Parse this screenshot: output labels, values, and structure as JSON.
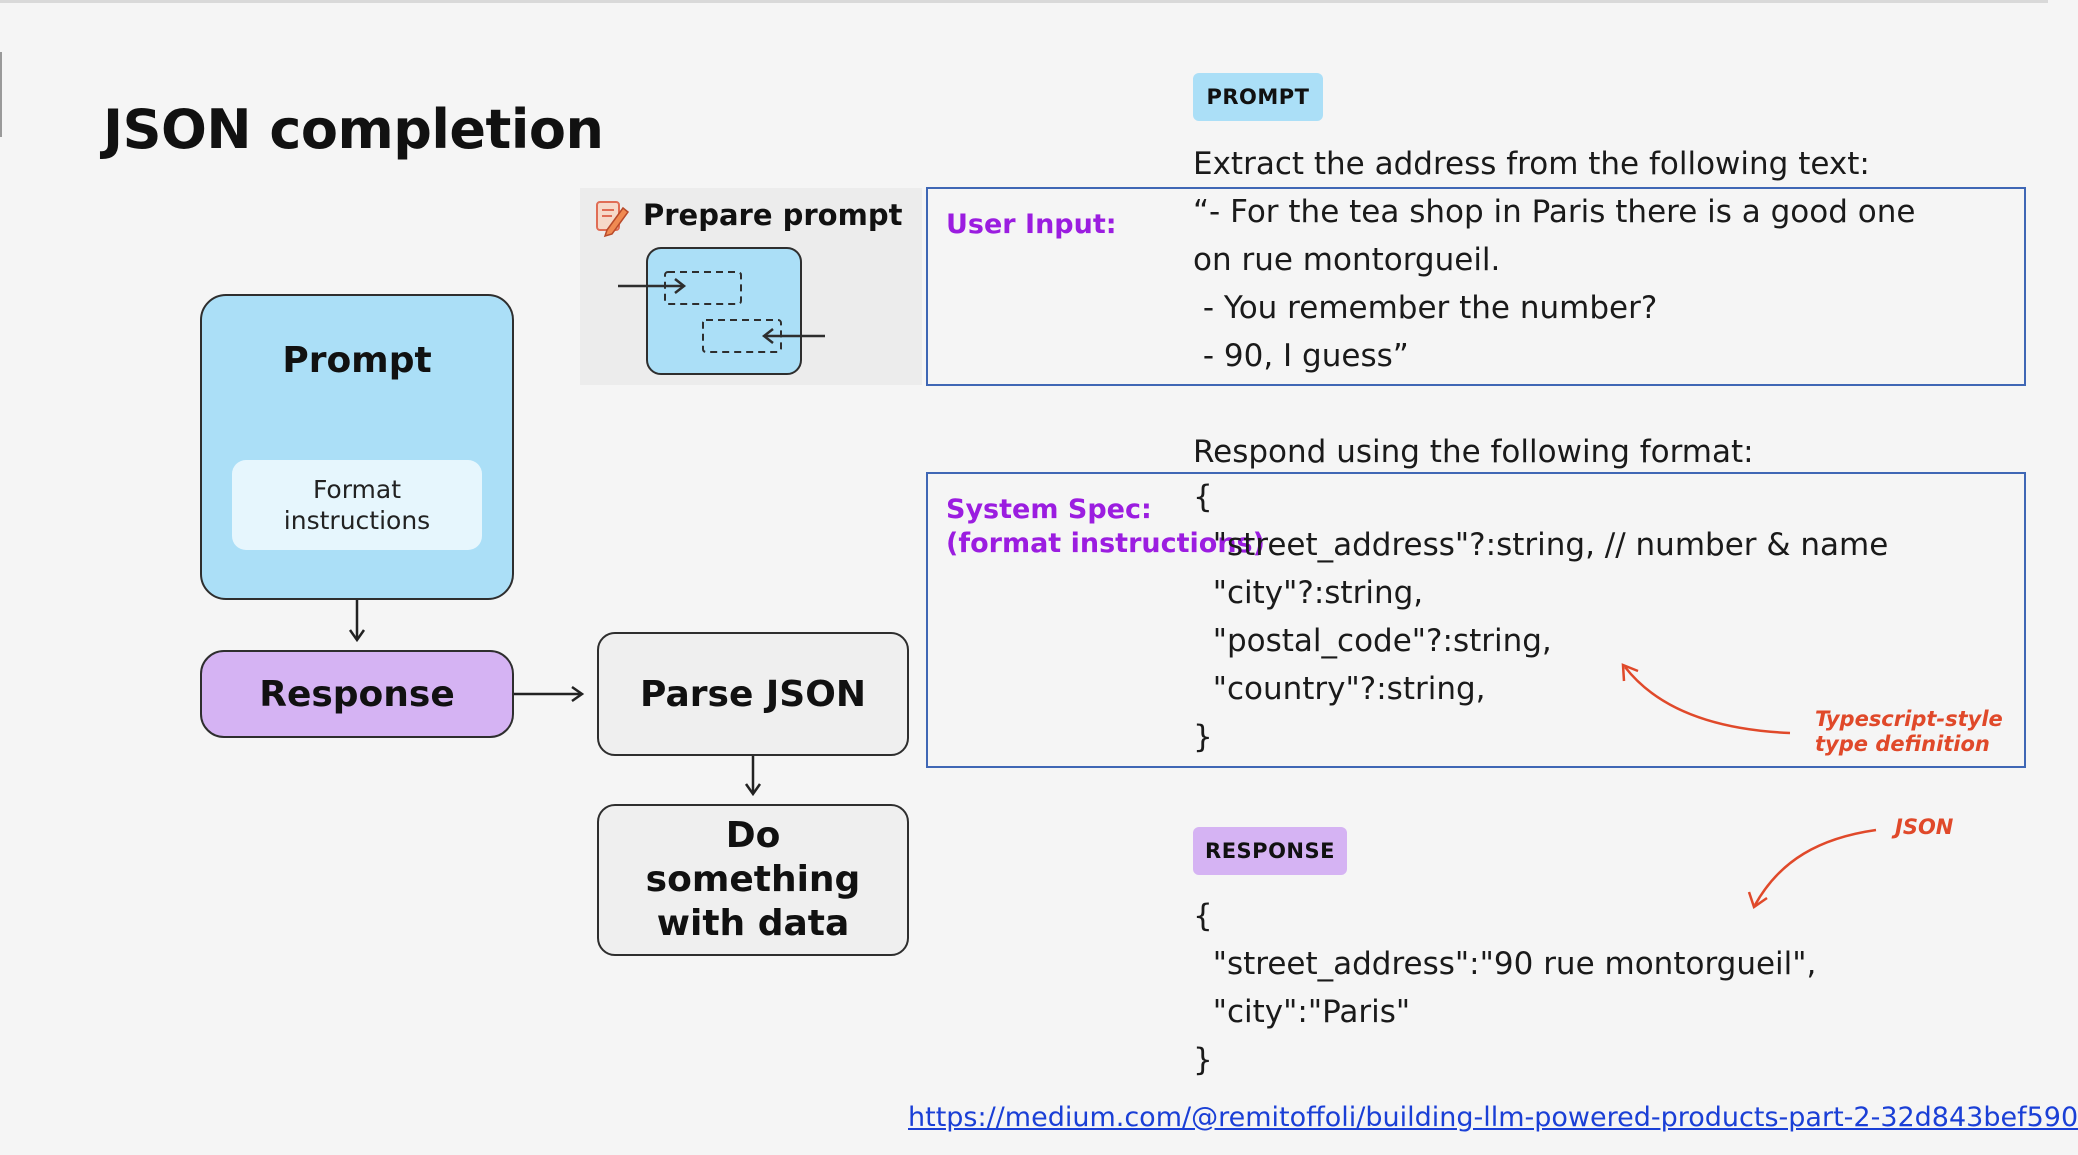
{
  "title": "JSON completion",
  "flow": {
    "prompt_label": "Prompt",
    "format_instructions": "Format instructions",
    "response_label": "Response",
    "parse_label": "Parse JSON",
    "do_something_label": "Do something with data",
    "prepare_prompt_label": "Prepare prompt"
  },
  "prompt_section": {
    "badge": "PROMPT",
    "intro": "Extract the address from the following text:",
    "user_input_label": "User Input:",
    "user_input_lines": [
      "“- For the tea shop in Paris there is a good one",
      "on rue montorgueil.",
      " - You remember the number?",
      " - 90, I guess”"
    ],
    "format_intro": "Respond using the following format:",
    "system_spec_label_1": "System Spec:",
    "system_spec_label_2": "(format instructions)",
    "format_lines": [
      "{",
      "  \"street_address\"?:string, // number & name",
      "  \"city\"?:string,",
      "  \"postal_code\"?:string,",
      "  \"country\"?:string,",
      "}"
    ],
    "annotation": "Typescript-style type definition"
  },
  "response_section": {
    "badge": "RESPONSE",
    "annotation": "JSON",
    "lines": [
      "{",
      "  \"street_address\":\"90 rue montorgueil\",",
      "  \"city\":\"Paris\"",
      "}"
    ]
  },
  "link": "https://medium.com/@remitoffoli/building-llm-powered-products-part-2-32d843bef590",
  "colors": {
    "prompt_blue": "#abdff7",
    "response_purple": "#d5b3f3",
    "label_purple": "#9b1de0",
    "annotation_red": "#e0492a",
    "frame_blue": "#3f67b5"
  }
}
